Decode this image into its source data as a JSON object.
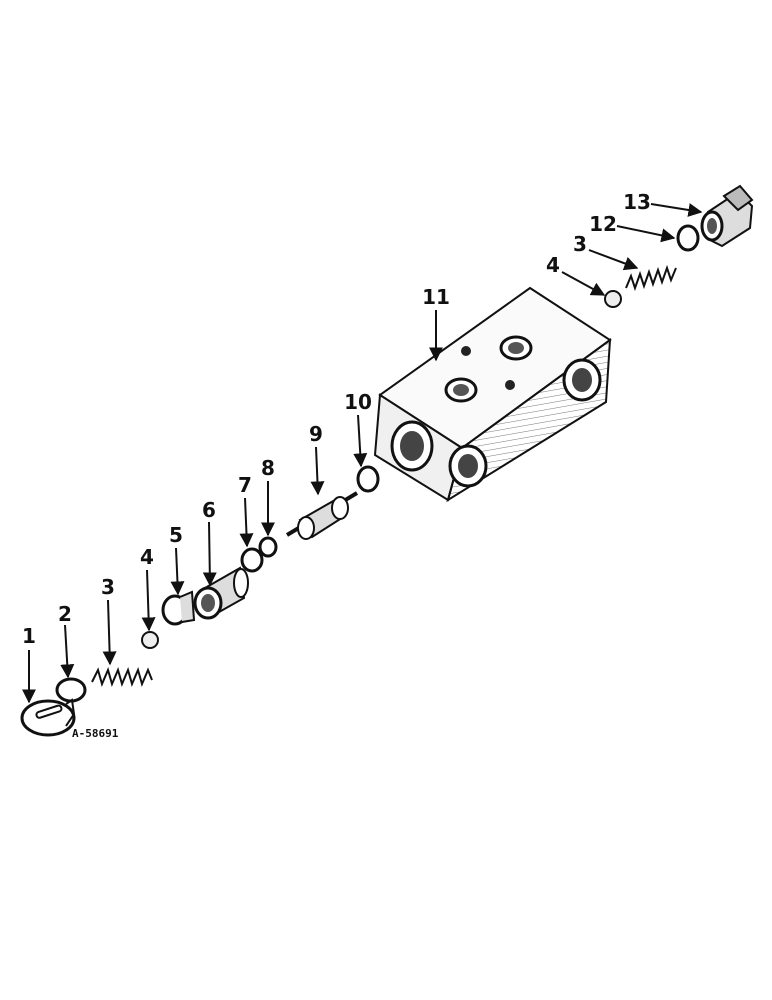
{
  "drawing_ref": "A-58691",
  "callouts": {
    "c1": "1",
    "c2": "2",
    "c3a": "3",
    "c4a": "4",
    "c5": "5",
    "c6": "6",
    "c7": "7",
    "c8": "8",
    "c9": "9",
    "c10": "10",
    "c11": "11",
    "c3b": "3",
    "c4b": "4",
    "c12": "12",
    "c13": "13"
  }
}
